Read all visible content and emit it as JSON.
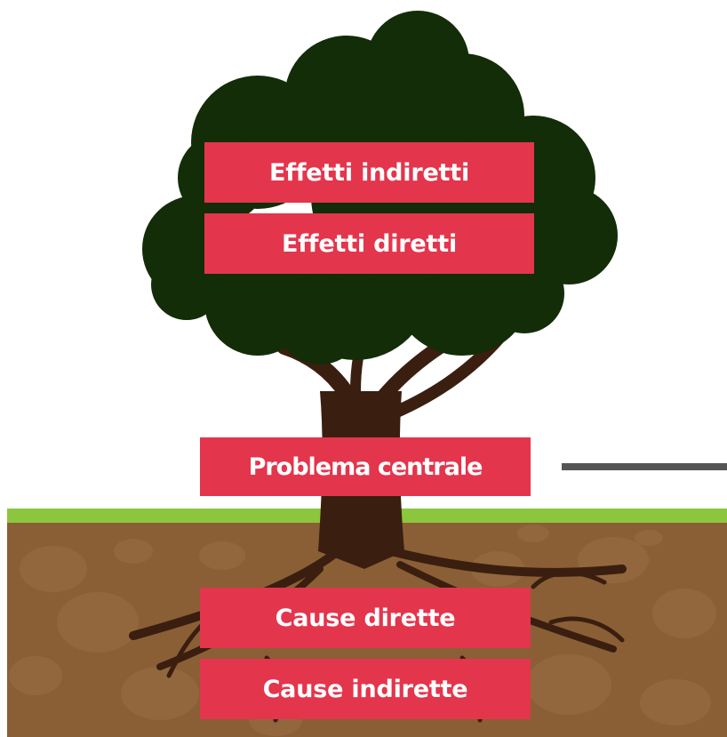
{
  "labels": {
    "effetti_indiretti": "Effetti indiretti",
    "effetti_diretti": "Effetti diretti",
    "problema_centrale": "Problema centrale",
    "cause_dirette": "Cause dirette",
    "cause_indirette": "Cause indirette"
  },
  "colors": {
    "label_fill": "#e3354c",
    "label_text": "#ffffff",
    "foliage": "#122d08",
    "trunk": "#3a1e10",
    "grass": "#8cc63f",
    "soil": "#8a5f36",
    "soil_stones": "#9a6e43",
    "connector_line": "#555555"
  }
}
